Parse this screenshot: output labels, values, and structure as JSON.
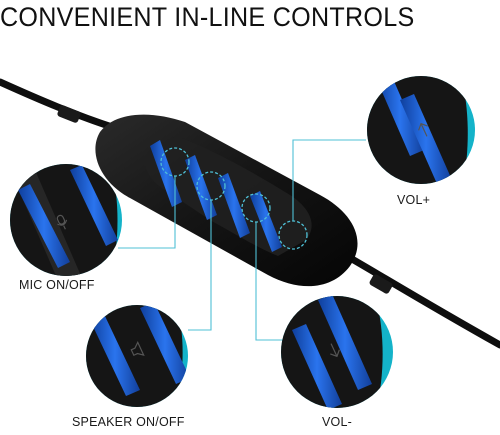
{
  "title": "CONVENIENT IN-LINE CONTROLS",
  "labels": {
    "vol_plus": "VOL+",
    "mic": "MIC ON/OFF",
    "speaker": "SPEAKER ON/OFF",
    "vol_minus": "VOL-"
  },
  "colors": {
    "accent_blue": "#1f5fd6",
    "teal_background": "#14b3c9",
    "leader_line": "#4fc0d6",
    "controller_body": "#151515"
  },
  "icons": [
    "mic-icon",
    "speaker-icon",
    "volume-down-icon",
    "volume-up-icon"
  ]
}
